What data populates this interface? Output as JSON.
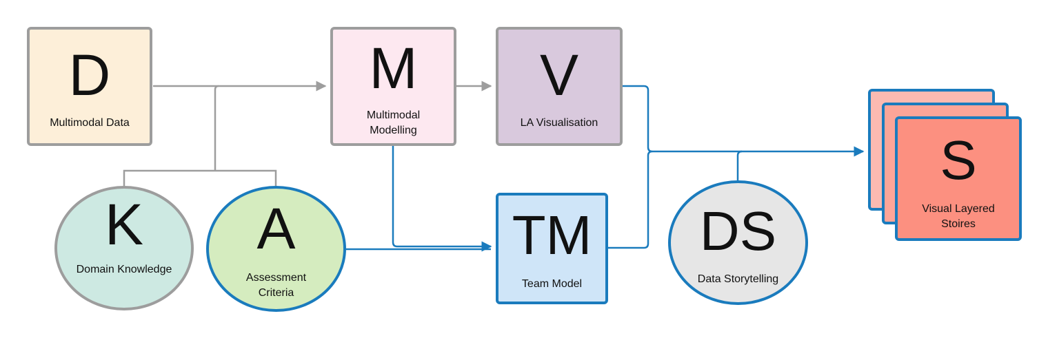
{
  "nodes": {
    "d": {
      "letter": "D",
      "label": "Multimodal Data",
      "fill": "#fdefd9",
      "border": "#9d9d9d"
    },
    "m": {
      "letter": "M",
      "label_line1": "Multimodal",
      "label_line2": "Modelling",
      "fill": "#fde8f0",
      "border": "#9d9d9d"
    },
    "v": {
      "letter": "V",
      "label": "LA Visualisation",
      "fill": "#d9c9dd",
      "border": "#9d9d9d"
    },
    "k": {
      "letter": "K",
      "label": "Domain Knowledge",
      "fill": "#cde9e2",
      "border": "#9d9d9d"
    },
    "a": {
      "letter": "A",
      "label_line1": "Assessment",
      "label_line2": "Criteria",
      "fill": "#d5ecbf",
      "border": "#1a7bbd"
    },
    "tm": {
      "letter": "TM",
      "label": "Team Model",
      "fill": "#cfe5f8",
      "border": "#1a7bbd"
    },
    "ds": {
      "letter": "DS",
      "label": "Data Storytelling",
      "fill": "#e6e6e6",
      "border": "#1a7bbd"
    },
    "s": {
      "letter": "S",
      "label_line1": "Visual Layered",
      "label_line2": "Stoires",
      "fill": "#fc9080",
      "fill_back": "#fbbab1",
      "border": "#1a7bbd"
    }
  },
  "colors": {
    "grey_connector": "#9d9d9d",
    "blue_connector": "#1a7bbd"
  }
}
